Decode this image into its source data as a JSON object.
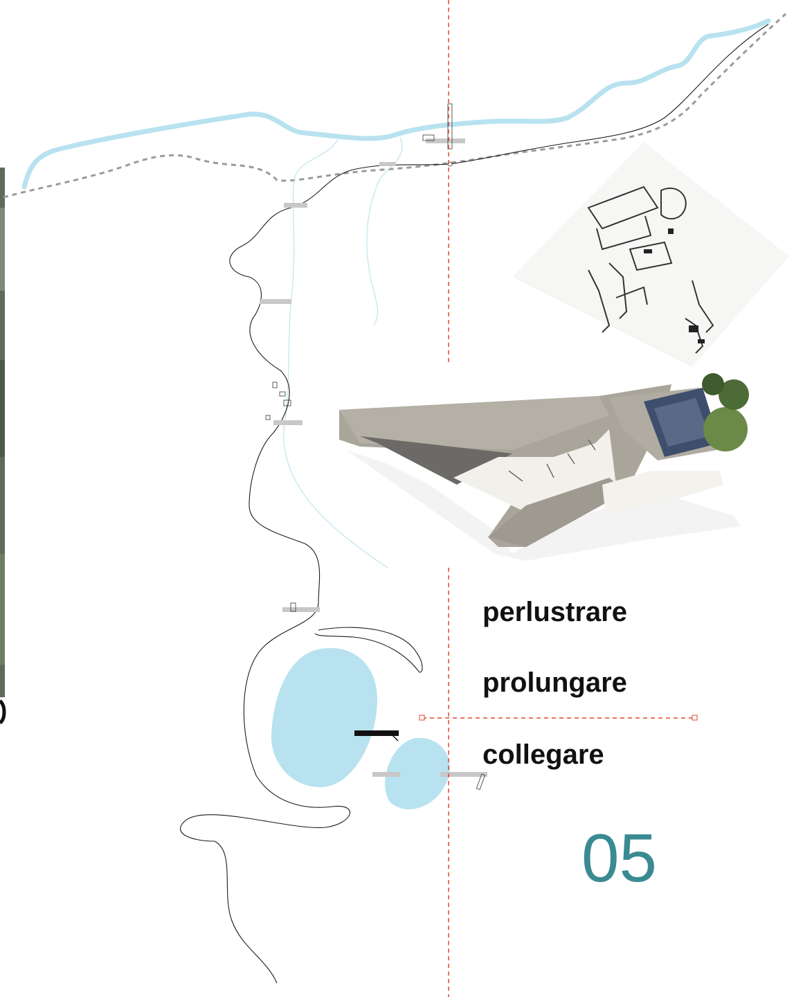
{
  "keywords": [
    "perlustrare",
    "prolungare",
    "collegare"
  ],
  "page_number": "05",
  "colors": {
    "water": "#b8e2ef",
    "axis": "#e0452e",
    "path": "#1a1a1a",
    "dashed_route": "#9a9a9a",
    "label_bar": "#c8c8c8",
    "accent": "#3a8a91",
    "roof": "#a9a59a",
    "text": "#111111"
  },
  "icons": [
    "axis-endpoint-icon",
    "landmark-marker-icon"
  ]
}
